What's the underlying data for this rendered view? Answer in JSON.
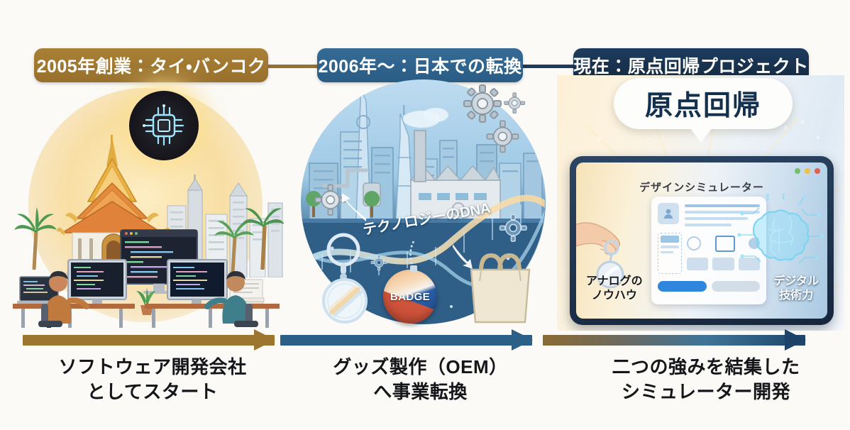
{
  "background_color": "#fbfaf7",
  "timeline": {
    "labels": [
      {
        "text": "2005年創業：タイ・バンコク",
        "color": "#97702c",
        "name": "phase-1"
      },
      {
        "text": "2006年〜：日本での転換",
        "color": "#2a5c84",
        "name": "phase-2"
      },
      {
        "text": "現在：原点回帰プロジェクト",
        "color": "#14293f",
        "name": "phase-3"
      }
    ],
    "connector_colors": [
      "#96712f",
      "#1d3a5c"
    ],
    "arrows": [
      {
        "color": "#9c762f",
        "name": "arrow-phase-1"
      },
      {
        "color": "#2b5f88",
        "name": "arrow-phase-2"
      },
      {
        "color": "#1d4468",
        "name": "arrow-phase-3"
      }
    ]
  },
  "panels": [
    {
      "id": "panel-bangkok-software",
      "scene_description": "タイの寺院とバンコクの高層ビル群、ヤシの木、デスクでコーディングする2人の開発者、光るCPUチップ",
      "caption_line1": "ソフトウェア開発会社",
      "caption_line2": "としてスタート",
      "accent_color": "#f8dfa4"
    },
    {
      "id": "panel-japan-oem",
      "scene_description": "東京スカイツリーと工場、歯車、DNA螺旋、キーホルダー、缶バッジ、トートバッグ",
      "overlay_text": "テクノロジーのDNA",
      "badge_text": "BADGE",
      "caption_line1": "グッズ製作（OEM）",
      "caption_line2": "へ事業転換",
      "accent_color": "#4e7fa6"
    },
    {
      "id": "panel-simulator",
      "scene_description": "タブレット上のデザインシミュレーター、キーホルダーを持つ手、デジタル脳、光の放射",
      "bubble_text": "原点回帰",
      "screen_title": "デザインシミュレーター",
      "left_label_line1": "アナログの",
      "left_label_line2": "ノウハウ",
      "right_label_line1": "デジタル",
      "right_label_line2": "技術力",
      "window_dots": [
        "#6fbf6f",
        "#eec148",
        "#e0614f"
      ],
      "caption_line1": "二つの強みを結集した",
      "caption_line2": "シミュレーター開発",
      "accent_color": "#13314f"
    }
  ]
}
